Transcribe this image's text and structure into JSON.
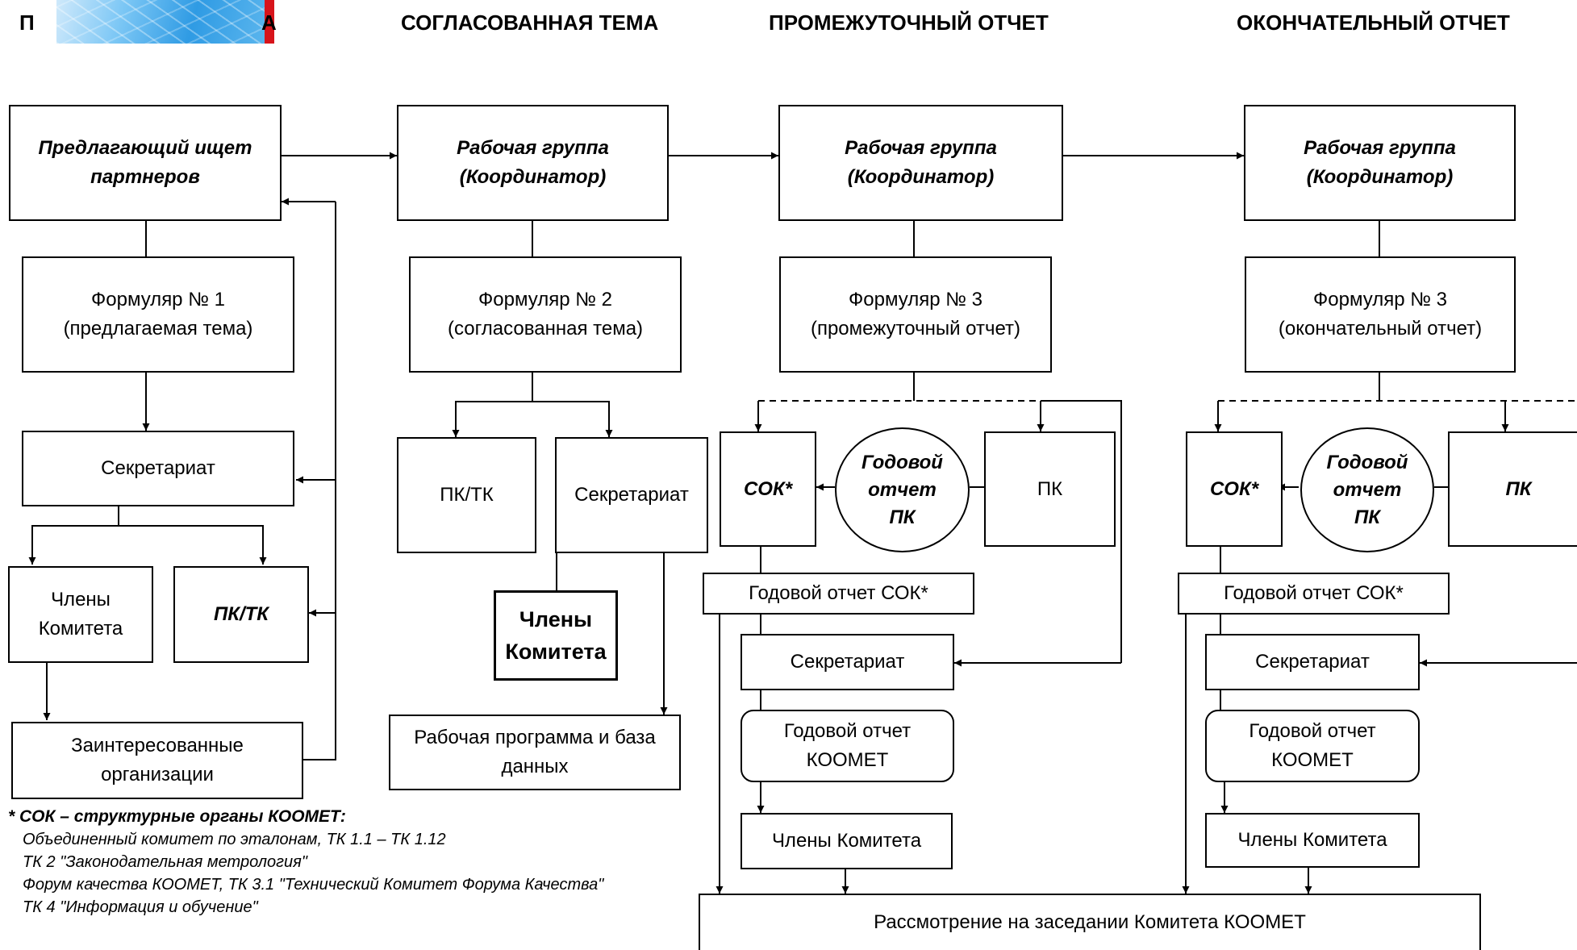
{
  "headers": {
    "col1_prefix": "П",
    "col1_suffix": "А",
    "col2": "СОГЛАСОВАННАЯ ТЕМА",
    "col3": "ПРОМЕЖУТОЧНЫЙ ОТЧЕТ",
    "col4": "ОКОНЧАТЕЛЬНЫЙ ОТЧЕТ"
  },
  "col1": {
    "proposer": [
      "Предлагающий ищет",
      "партнеров"
    ],
    "form1": [
      "Формуляр № 1",
      "(предлагаемая тема)"
    ],
    "secretariat": "Секретариат",
    "members": [
      "Члены",
      "Комитета"
    ],
    "pktk": "ПК/ТК",
    "interested": [
      "Заинтересованные",
      "организации"
    ]
  },
  "col2": {
    "working_group": [
      "Рабочая группа",
      "(Координатор)"
    ],
    "form2": [
      "Формуляр № 2",
      "(согласованная тема)"
    ],
    "pktk": "ПК/ТК",
    "secretariat": "Секретариат",
    "members": [
      "Члены",
      "Комитета"
    ],
    "program": [
      "Рабочая программа и база",
      "данных"
    ]
  },
  "col3": {
    "working_group": [
      "Рабочая группа",
      "(Координатор)"
    ],
    "form3": [
      "Формуляр № 3",
      "(промежуточный отчет)"
    ],
    "sok": "СОК*",
    "annual_pk": [
      "Годовой",
      "отчет",
      "ПК"
    ],
    "pk": "ПК",
    "annual_sok": "Годовой отчет СОК*",
    "secretariat": "Секретариат",
    "annual_coomet": [
      "Годовой отчет",
      "КООМЕТ"
    ],
    "members": "Члены Комитета"
  },
  "col4": {
    "working_group": [
      "Рабочая группа",
      "(Координатор)"
    ],
    "form3": [
      "Формуляр № 3",
      "(окончательный отчет)"
    ],
    "sok": "СОК*",
    "annual_pk": [
      "Годовой",
      "отчет",
      "ПК"
    ],
    "pk": "ПК",
    "annual_sok": "Годовой отчет СОК*",
    "secretariat": "Секретариат",
    "annual_coomet": [
      "Годовой отчет",
      "КООМЕТ"
    ],
    "members": "Члены Комитета"
  },
  "meeting": "Рассмотрение на заседании Комитета КООМЕТ",
  "footnote": {
    "title": "* СОК – структурные органы КООМЕТ:",
    "lines": [
      "Объединенный комитет по эталонам, ТК 1.1 – ТК 1.12",
      "ТК 2 \"Законодательная метрология\"",
      "Форум качества КООМЕТ, ТК 3.1 \"Технический Комитет Форума Качества\"",
      "ТК 4 \"Информация и обучение\""
    ]
  }
}
